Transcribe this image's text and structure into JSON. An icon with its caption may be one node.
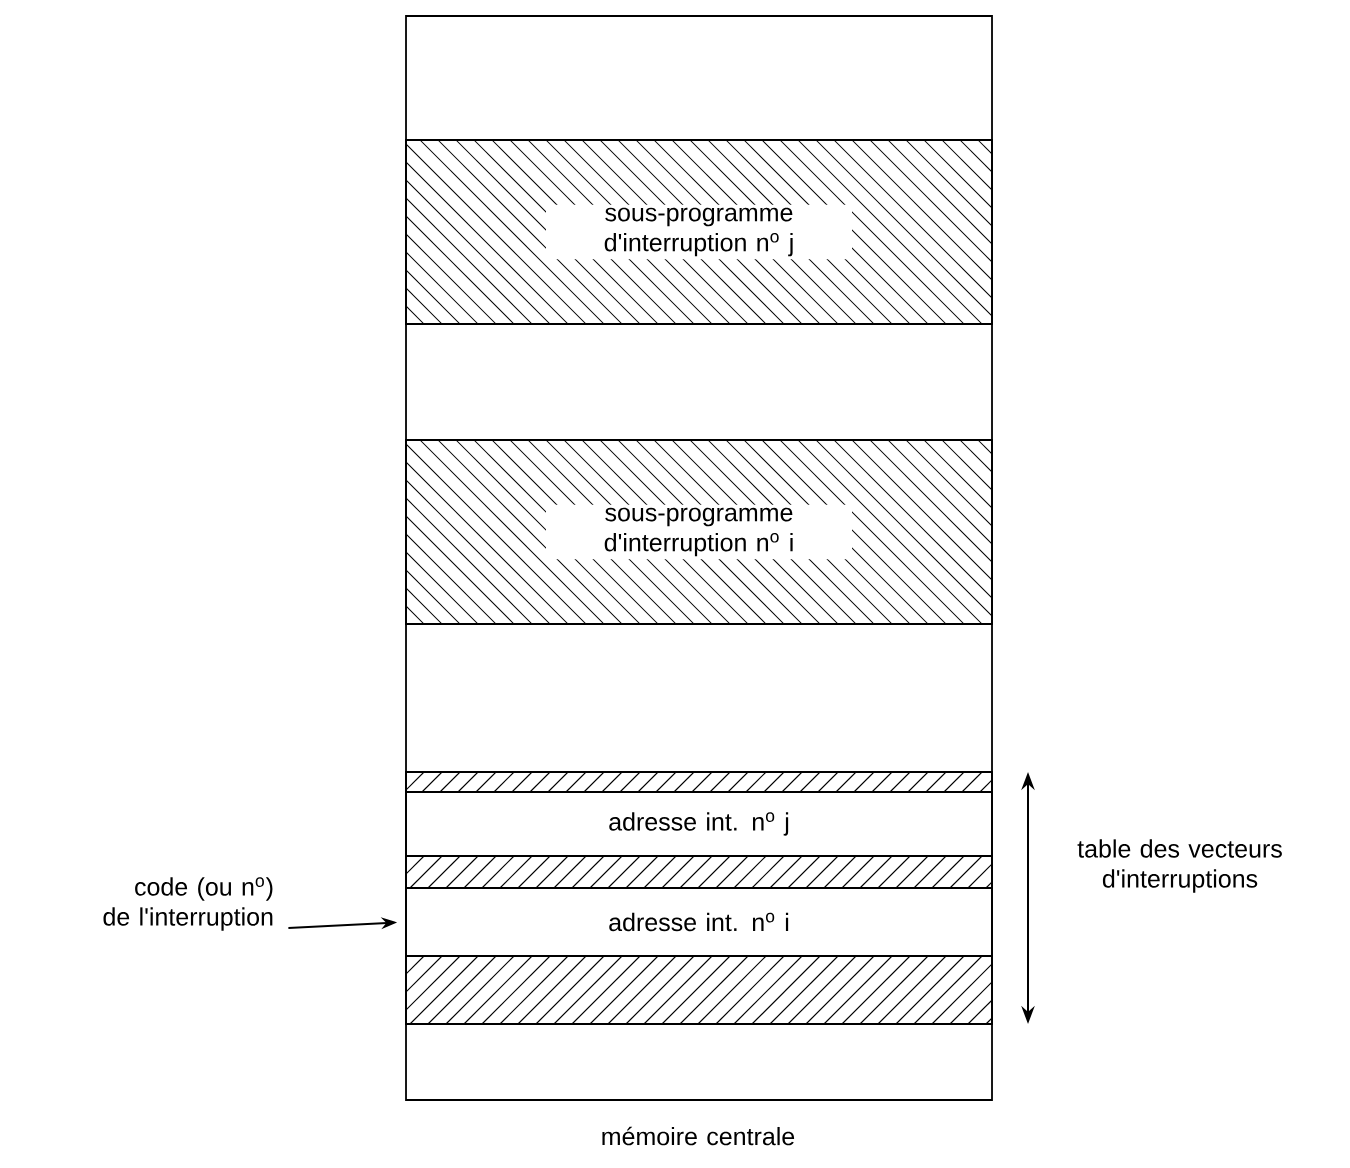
{
  "diagram": {
    "nodes": [
      {
        "text": [],
        "shape": "box"
      },
      {
        "text": [
          "sous-programme d'interruption n$^{o}$ j"
        ],
        "in": 0
      },
      {
        "text": [
          "sous-programme d'interruption n$^{o}$ i"
        ],
        "in": 0
      },
      {
        "text": [],
        "shape": "bar",
        "in": 0
      },
      {
        "text": [
          "adresse int. n$^{o}$ j"
        ],
        "in": 0
      },
      {
        "text": [],
        "shape": "bar",
        "in": 0
      },
      {
        "text": [
          "adresse int. n$^{o}$ i"
        ],
        "in": 0
      },
      {
        "text": [],
        "shape": "bar",
        "in": 0
      },
      {
        "text": [
          "code (ou n$^{o}$) de l'interruption"
        ]
      }
    ],
    "edges": [
      {
        "from": 8,
        "to": 6,
        "arrow": "to"
      }
    ],
    "labels": [
      "table des vecteurs d'interruptions",
      "mémoire centrale"
    ]
  }
}
